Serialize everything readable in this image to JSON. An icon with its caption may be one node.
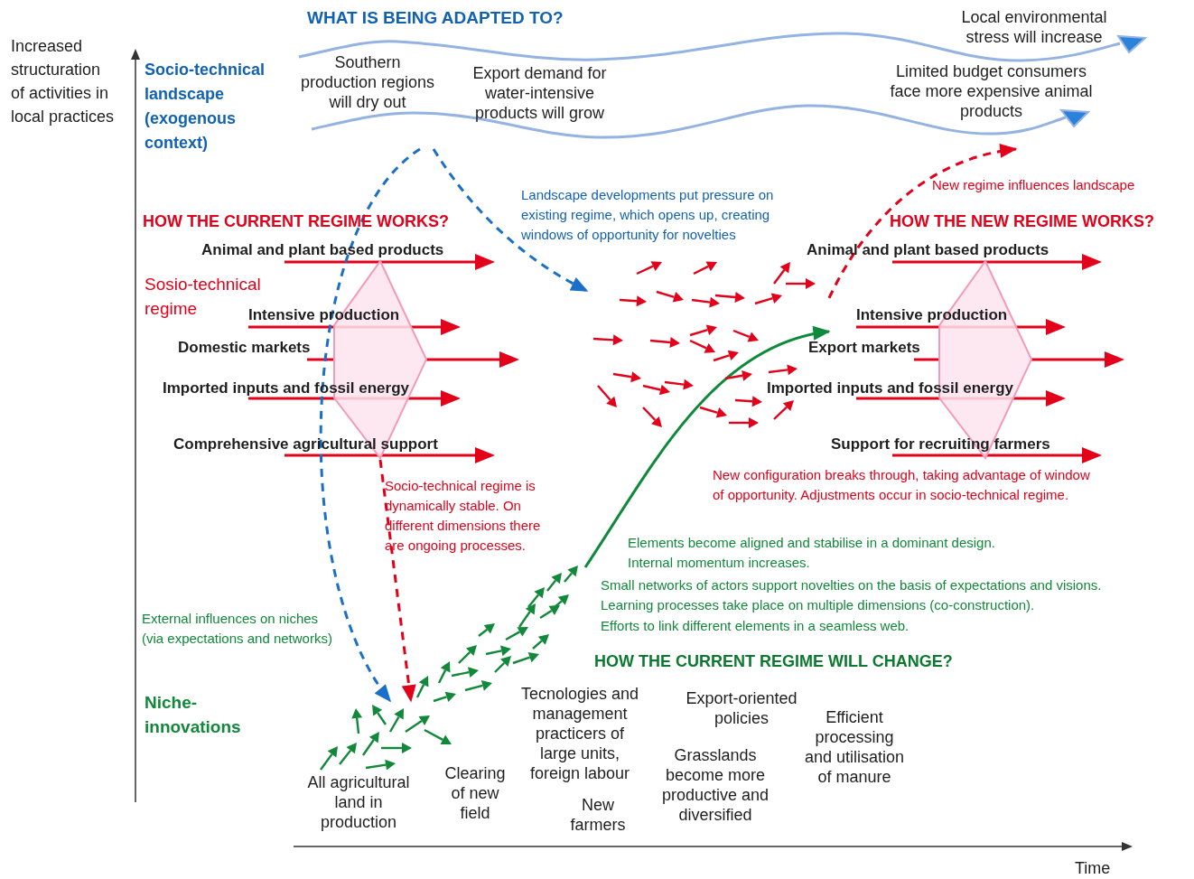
{
  "diagram": {
    "nodes": [
      {
        "text": [
          "Southern production regions will dry out",
          "Export demand for water-intensive products will grow",
          "Local environmental stress will increase",
          "Limited budget consumers face more expensive animal products"
        ]
      },
      {
        "text": [],
        "shape": "hexagon"
      },
      {
        "text": [],
        "shape": "arrows"
      },
      {
        "text": [],
        "shape": "hexagon"
      },
      {
        "text": [],
        "shape": "arrows"
      }
    ],
    "edges": [
      {
        "from": 0,
        "to": 2,
        "arrow": "to",
        "style": "dashed",
        "color": "#1a6fc9"
      },
      {
        "from": 0,
        "to": 4,
        "arrow": "to",
        "style": "dashed",
        "color": "#1a6fc9"
      },
      {
        "from": 1,
        "to": 4,
        "arrow": "to",
        "style": "dashed",
        "color": "#e2001a"
      },
      {
        "from": null,
        "to": 2,
        "arrow": "to",
        "color": "#0e8a3a"
      },
      {
        "from": 2,
        "to": 0,
        "arrow": "to",
        "style": "dashed",
        "color": "#e2001a"
      }
    ],
    "labels": [
      "Increased structuration of activities in local practices",
      "WHAT IS BEING ADAPTED TO?",
      "Socio-technical landscape (exogenous context)",
      "Landscape developments put pressure on existing regime, which opens up, creating windows of opportunity for novelties",
      "New regime influences landscape",
      "HOW THE CURRENT REGIME WORKS?",
      "HOW THE NEW REGIME WORKS?",
      "Animal and plant based products",
      "Intensive production",
      "Domestic markets",
      "Imported inputs and fossil energy",
      "Comprehensive agricultural support",
      "Animal and plant based products",
      "Intensive production",
      "Export markets",
      "Imported inputs and fossil energy",
      "Support for recruiting farmers",
      "Sosio-technical regime",
      "Socio-technical regime is dynamically stable. On different dimensions there are ongoing processes.",
      "New configuration breaks through, taking advantage of window of opportunity. Adjustments occur in socio-technical regime.",
      "Elements become aligned and stabilise in a dominant design. Internal momentum increases.",
      "Small networks of actors support novelties on the basis of expectations and visions.",
      "Learning processes take place on multiple dimensions (co-construction).",
      "Efforts to link different elements in a seamless web.",
      "External influences on niches (via expectations and networks)",
      "HOW THE CURRENT REGIME WILL CHANGE?",
      "Niche-innovations",
      "Tecnologies and management practicers of large units, foreign labour",
      "Export-oriented policies",
      "Efficient processing and utilisation of manure",
      "Grasslands become more productive and diversified",
      "All agricultural land in production",
      "Clearing of new field",
      "New farmers",
      "Time"
    ]
  }
}
